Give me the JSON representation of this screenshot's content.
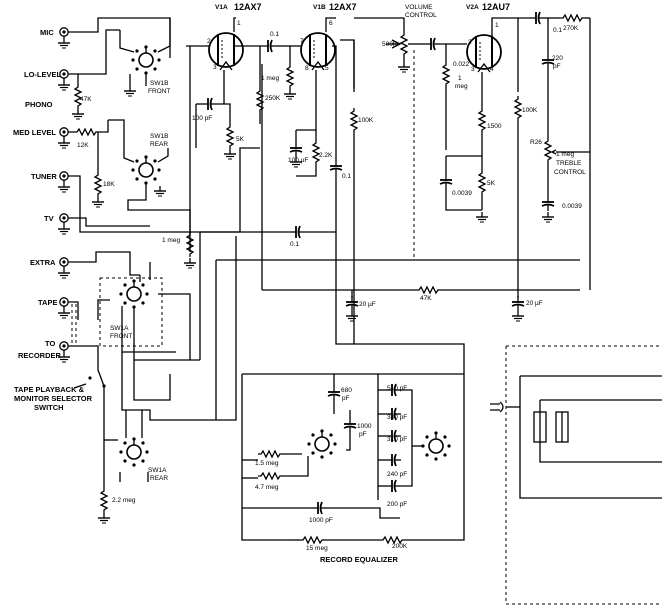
{
  "tubes": [
    {
      "ref": "V1A",
      "type": "12AX7"
    },
    {
      "ref": "V1B",
      "type": "12AX7"
    },
    {
      "ref": "V2A",
      "type": "12AU7"
    }
  ],
  "pins": {
    "v1a": [
      "2",
      "1",
      "3"
    ],
    "v1b": [
      "7",
      "6",
      "8",
      "5"
    ],
    "v2a": [
      "2",
      "1",
      "3",
      "4"
    ]
  },
  "inputs": [
    "MIC",
    "LO-LEVEL",
    "PHONO",
    "MED LEVEL",
    "TUNER",
    "TV",
    "EXTRA",
    "TAPE",
    "TO",
    "RECORDER"
  ],
  "switches": {
    "sw1b_front": [
      "SW1B",
      "FRONT"
    ],
    "sw1b_rear": [
      "SW1B",
      "REAR"
    ],
    "sw1a_front": [
      "SW1A",
      "FRONT"
    ],
    "sw1a_rear": [
      "SW1A",
      "REAR"
    ],
    "tape_switch": [
      "TAPE PLAYBACK &",
      "MONITOR SELECTOR",
      "SWITCH"
    ]
  },
  "controls": {
    "volume": [
      "VOLUME",
      "CONTROL"
    ],
    "treble": [
      "R26",
      "1 meg",
      "TREBLE",
      "CONTROL"
    ]
  },
  "values": {
    "r47k": "47K",
    "r12k": "12K",
    "r18k": "18K",
    "r250k": "250K",
    "r1meg_a": "1 meg",
    "c01_a": "0.1",
    "c100pf": "100 pF",
    "r5k_a": "5K",
    "r100uf": "100 µF",
    "r2_2k": "2.2K",
    "r100k_a": "100K",
    "c01_b": "0.1",
    "r1meg_b": "1 meg",
    "c01_c": "0.1",
    "r500k": "500K",
    "c0022": "0.022",
    "r1meg_c": "1",
    "r1meg_c2": "meg",
    "r1500": "1500",
    "c0039_a": "0.0039",
    "r5k_b": "5K",
    "r100k_b": "100K",
    "c01_d": "0.1",
    "r270k": "270K",
    "c220": "220",
    "c220u": "pF",
    "c0039_b": "0.0039",
    "r47k_b": "47K",
    "c20uf_a": "20 µF",
    "c20uf_b": "20 µF",
    "c680": "680",
    "c680u": "pF",
    "c1000": "1000",
    "c1000u": "pF",
    "c510": "510 pF",
    "c380": "380 pF",
    "c310": "310 pF",
    "c240": "240 pF",
    "c200": "200 pF",
    "r1_5meg": "1.5 meg",
    "r4_7meg": "4.7 meg",
    "c1000pf": "1000 pF",
    "r15meg": "15 meg",
    "r200k": "200K",
    "r2_2meg": "2.2 meg"
  },
  "captions": {
    "record_eq": "RECORD EQUALIZER"
  }
}
